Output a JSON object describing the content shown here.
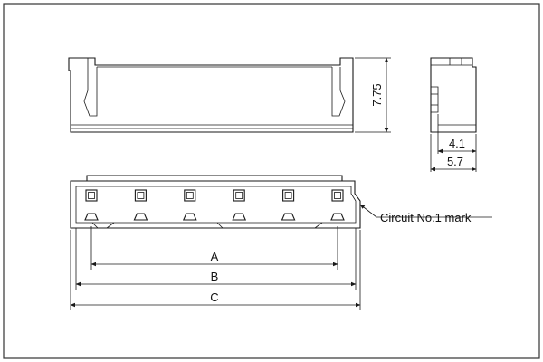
{
  "drawing": {
    "dim_height": "7.75",
    "dim_inner_width": "4.1",
    "dim_outer_width": "5.7",
    "dim_a": "A",
    "dim_b": "B",
    "dim_c": "C",
    "circuit_mark": "Circuit No.1 mark",
    "pin_count": 6
  },
  "colors": {
    "line": "#1a1a1a",
    "background": "#ffffff"
  }
}
